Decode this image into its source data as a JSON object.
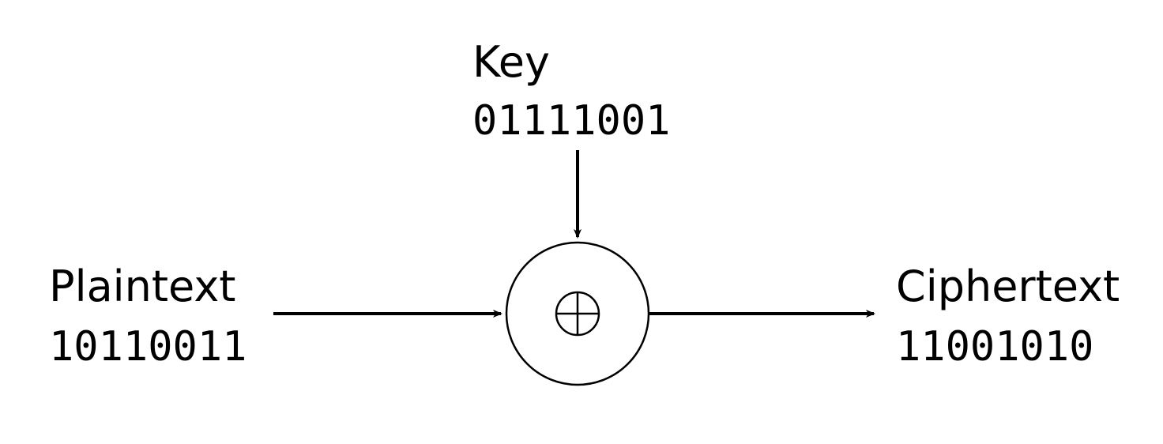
{
  "key": {
    "label": "Key",
    "bits": "01111001"
  },
  "plaintext": {
    "label": "Plaintext",
    "bits": "10110011"
  },
  "ciphertext": {
    "label": "Ciphertext",
    "bits": "11001010"
  },
  "operator": {
    "icon": "xor-icon"
  },
  "colors": {
    "ink": "#000000",
    "background": "#ffffff"
  }
}
